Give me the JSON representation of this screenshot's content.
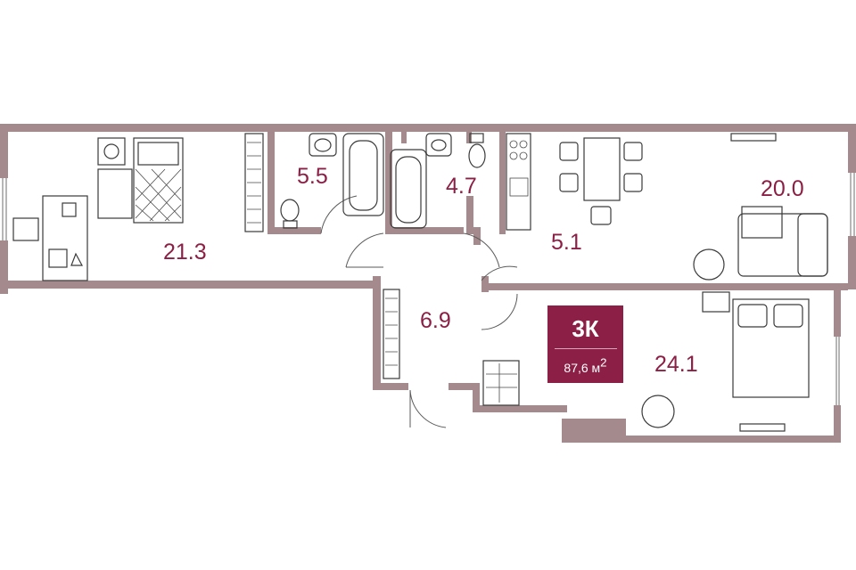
{
  "plan": {
    "apartment_type": "3К",
    "total_area": "87,6 м",
    "total_area_unit_sup": "2",
    "accent_color": "#8b1f45",
    "wall_color": "#a48a8c",
    "rooms": [
      {
        "id": "bedroom-left",
        "area": "21.3"
      },
      {
        "id": "bathroom",
        "area": "5.5"
      },
      {
        "id": "wc",
        "area": "4.7"
      },
      {
        "id": "kitchen",
        "area": "5.1"
      },
      {
        "id": "living-room",
        "area": "20.0"
      },
      {
        "id": "hall",
        "area": "6.9"
      },
      {
        "id": "bedroom-right",
        "area": "24.1"
      }
    ]
  }
}
